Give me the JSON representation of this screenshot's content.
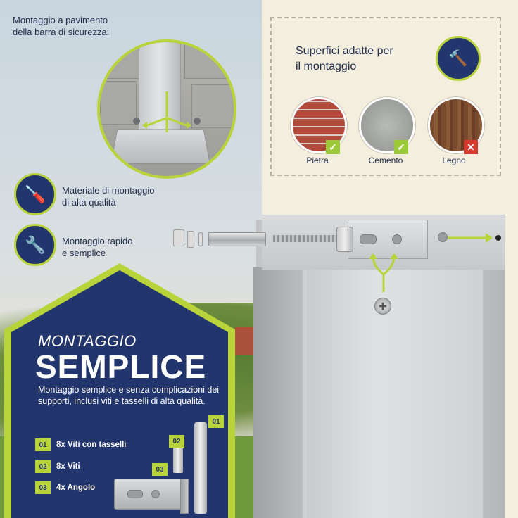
{
  "floor_mount": {
    "title_line1": "Montaggio a pavimento",
    "title_line2": "della barra di sicurezza:"
  },
  "features": [
    {
      "line1": "Materiale di montaggio",
      "line2": "di alta qualità",
      "icon": "screwdriver-thumb-icon"
    },
    {
      "line1": "Montaggio rapido",
      "line2": "e semplice",
      "icon": "screwdriver-wrench-icon"
    }
  ],
  "surfaces": {
    "title_line1": "Superfici adatte per",
    "title_line2": "il montaggio",
    "icon": "hammer-icon",
    "items": [
      {
        "label": "Pietra",
        "suitable": true,
        "color": "#b24a3c"
      },
      {
        "label": "Cemento",
        "suitable": true,
        "color": "#a7a9a6"
      },
      {
        "label": "Legno",
        "suitable": false,
        "color": "#7a4a2e"
      }
    ]
  },
  "panel": {
    "subtitle": "MONTAGGIO",
    "title": "SEMPLICE",
    "description": "Montaggio semplice e senza complicazioni dei supporti, inclusi viti e tasselli di alta qualità.",
    "items": [
      {
        "num": "01",
        "label": "8x Viti con tasselli"
      },
      {
        "num": "02",
        "label": "8x Viti"
      },
      {
        "num": "03",
        "label": "4x Angolo"
      }
    ],
    "part_tags": [
      "01",
      "02",
      "03"
    ]
  },
  "colors": {
    "navy": "#23356d",
    "accent": "#b9d43b"
  }
}
